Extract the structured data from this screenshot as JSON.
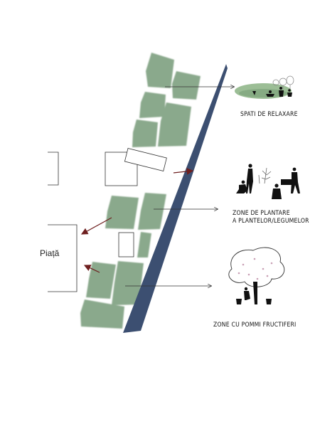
{
  "labels": {
    "relax": "SPATI DE RELAXARE",
    "plant_line1": "ZONE DE PLANTARE",
    "plant_line2": "A PLANTELOR/LEGUMELOR",
    "fruit": "ZONE CU POMMI FRUCTIFERI",
    "market": "Piață"
  },
  "colors": {
    "plot_green": "#8aa98c",
    "path_navy": "#3c4f71",
    "arrow_red": "#6e1f1f",
    "line": "#333333"
  }
}
